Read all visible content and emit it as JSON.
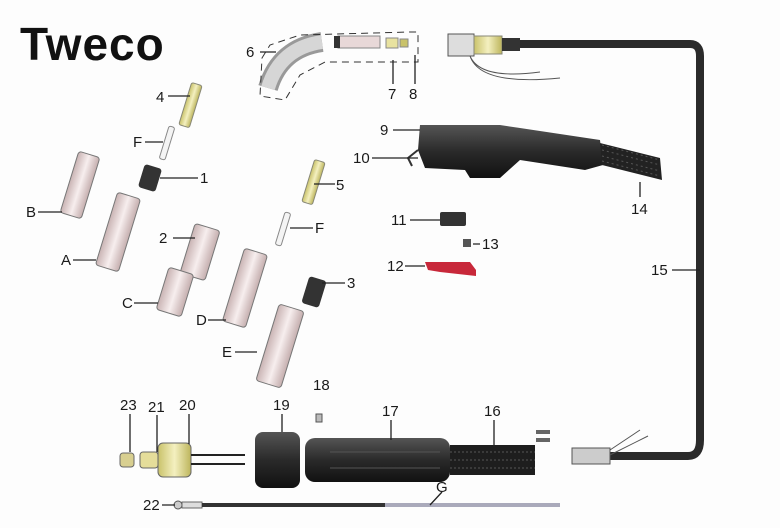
{
  "brand": "Tweco",
  "labels": {
    "p1": "1",
    "p2": "2",
    "p3": "3",
    "p4": "4",
    "p5": "5",
    "p6": "6",
    "p7": "7",
    "p8": "8",
    "p9": "9",
    "p10": "10",
    "p11": "11",
    "p12": "12",
    "p13": "13",
    "p14": "14",
    "p15": "15",
    "p16": "16",
    "p17": "17",
    "p18": "18",
    "p19": "19",
    "p20": "20",
    "p21": "21",
    "p22": "22",
    "p23": "23",
    "A": "A",
    "B": "B",
    "C": "C",
    "D": "D",
    "E": "E",
    "F1": "F",
    "F2": "F",
    "G": "G"
  },
  "colors": {
    "nozzle": "#f0dede",
    "brass": "#e8e2a0",
    "handle": "#2a2a2a",
    "trigger": "#c8283a"
  }
}
